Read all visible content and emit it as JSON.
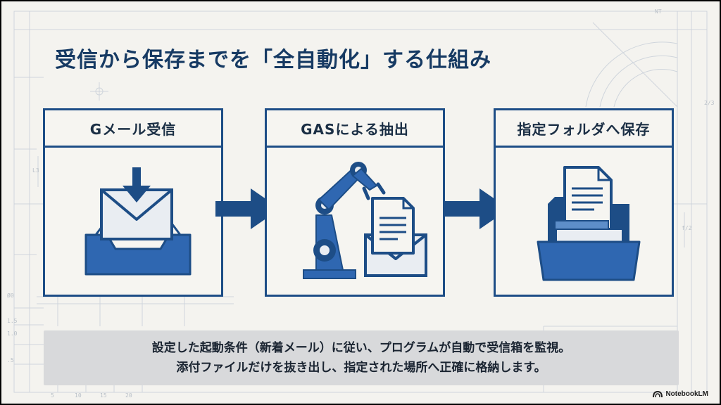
{
  "title": "受信から保存までを「全自動化」する仕組み",
  "steps": [
    {
      "label": "Gメール受信",
      "icon": "mail-inbox-download-icon"
    },
    {
      "label": "GASによる抽出",
      "icon": "robot-arm-document-icon"
    },
    {
      "label": "指定フォルダへ保存",
      "icon": "folder-documents-icon"
    }
  ],
  "arrow_icon": "right-arrow-icon",
  "caption": {
    "line1": "設定した起動条件（新着メール）に従い、プログラムが自動で受信箱を監視。",
    "line2": "添付ファイルだけを抜き出し、指定された場所へ正確に格納します。"
  },
  "brand": "NotebookLM",
  "blueprint_labels": [
    "NT",
    "2/3",
    "L3",
    "f/2",
    "Ø0",
    "1.5",
    "1.0",
    ".5",
    "5",
    "10",
    "15",
    "20"
  ],
  "colors": {
    "primary": "#1d4d86",
    "icon_light": "#e9edf2",
    "title": "#163a63",
    "caption_bg": "#d8d9db",
    "background": "#f4f3ef"
  }
}
